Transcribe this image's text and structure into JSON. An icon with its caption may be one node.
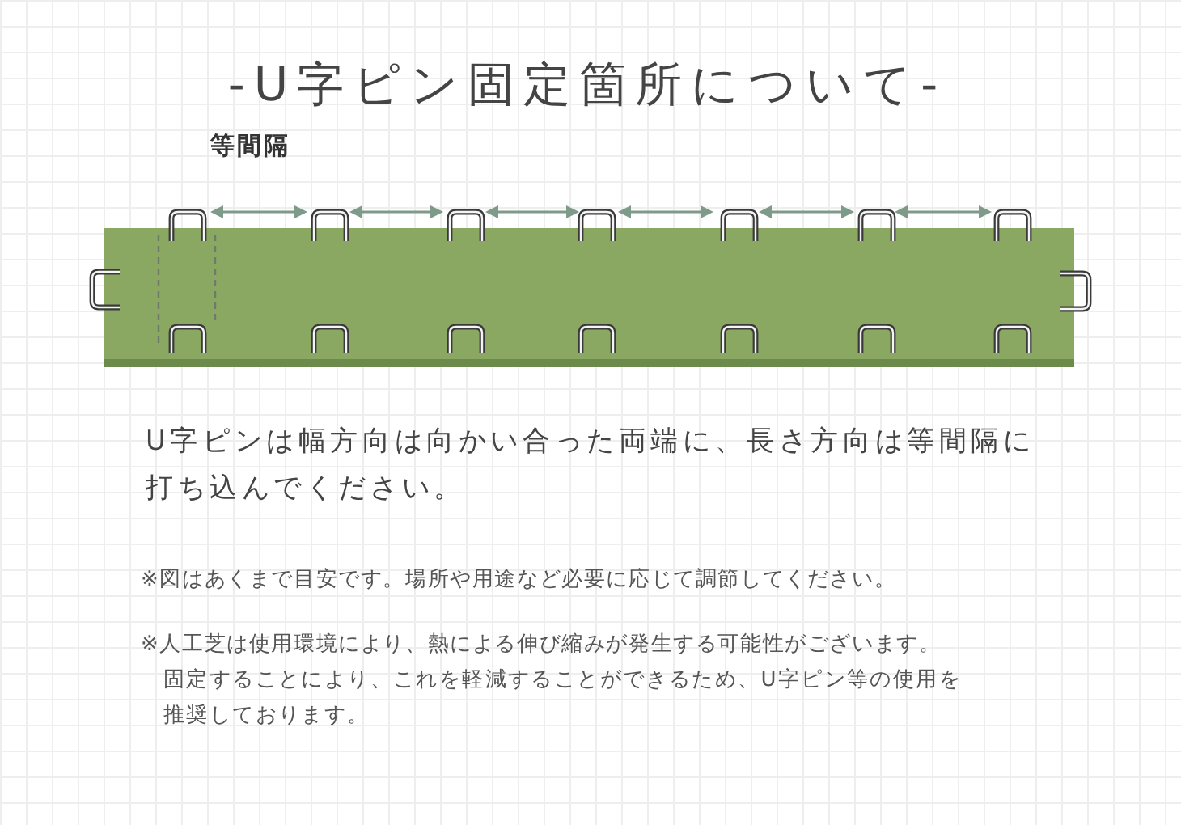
{
  "diagram": {
    "title": "-U字ピン固定箇所について-",
    "labels": [
      "等間隔",
      "U字ピンは幅方向は向かい合った両端に、長さ方向は等間隔に打ち込んでください。",
      "※図はあくまで目安です。場所や用途など必要に応じて調節してください。",
      "※人工芝は使用環境により、熱による伸び縮みが発生する可能性がございます。",
      "固定することにより、これを軽減することができるため、U字ピン等の使用を推奨しております。"
    ]
  }
}
